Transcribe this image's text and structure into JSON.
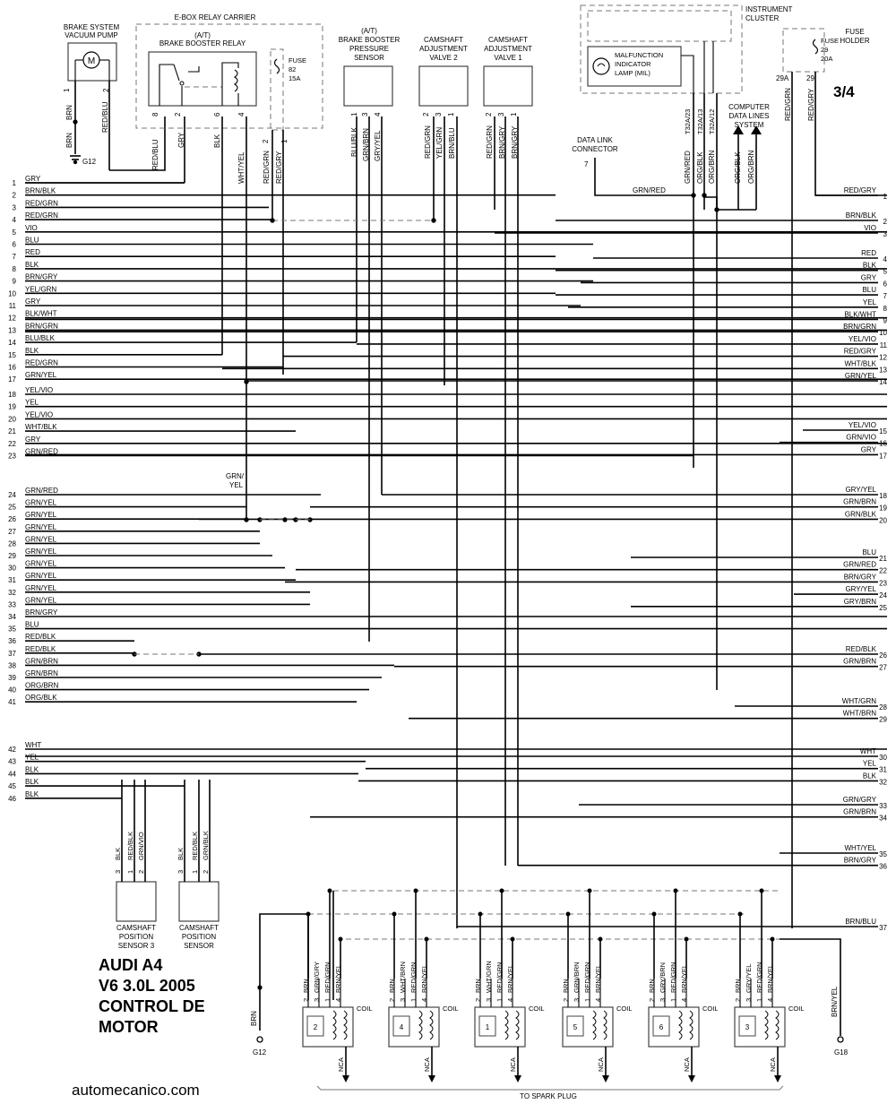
{
  "page_label": "3/4",
  "title_lines": [
    "AUDI A4",
    "V6 3.0L 2005",
    "CONTROL DE",
    "MOTOR"
  ],
  "website": "automecanico.com",
  "bottom_note": "TO SPARK PLUG",
  "components": {
    "vacuum_pump": [
      "BRAKE SYSTEM",
      "VACUUM PUMP"
    ],
    "relay_carrier": "E-BOX RELAY CARRIER",
    "relay": [
      "(A/T)",
      "BRAKE BOOSTER RELAY"
    ],
    "fuse82": [
      "FUSE",
      "82",
      "15A"
    ],
    "pressure_sensor": [
      "(A/T)",
      "BRAKE BOOSTER",
      "PRESSURE",
      "SENSOR"
    ],
    "cam_valve2": [
      "CAMSHAFT",
      "ADJUSTMENT",
      "VALVE 2"
    ],
    "cam_valve1": [
      "CAMSHAFT",
      "ADJUSTMENT",
      "VALVE 1"
    ],
    "cluster": [
      "INSTRUMENT",
      "CLUSTER"
    ],
    "mil": [
      "MALFUNCTION",
      "INDICATOR",
      "LAMP (MIL)"
    ],
    "fuse_holder": [
      "FUSE",
      "HOLDER"
    ],
    "fuse29": [
      "FUSE",
      "29",
      "20A"
    ],
    "dlc": [
      "DATA LINK",
      "CONNECTOR"
    ],
    "cdl": [
      "COMPUTER",
      "DATA LINES",
      "SYSTEM"
    ],
    "cam_sensor3": [
      "CAMSHAFT",
      "POSITION",
      "SENSOR 3"
    ],
    "cam_sensor": [
      "CAMSHAFT",
      "POSITION",
      "SENSOR"
    ],
    "coil_label": "COIL",
    "nca": "NCA",
    "ground_g12": "G12",
    "ground_g18": "G18"
  },
  "left_wires": [
    {
      "n": "1",
      "c": "GRY"
    },
    {
      "n": "2",
      "c": "BRN/BLK"
    },
    {
      "n": "3",
      "c": "RED/GRN"
    },
    {
      "n": "4",
      "c": "RED/GRN"
    },
    {
      "n": "5",
      "c": "VIO"
    },
    {
      "n": "6",
      "c": "BLU"
    },
    {
      "n": "7",
      "c": "RED"
    },
    {
      "n": "8",
      "c": "BLK"
    },
    {
      "n": "9",
      "c": "BRN/GRY"
    },
    {
      "n": "10",
      "c": "YEL/GRN"
    },
    {
      "n": "11",
      "c": "GRY"
    },
    {
      "n": "12",
      "c": "BLK/WHT"
    },
    {
      "n": "13",
      "c": "BRN/GRN"
    },
    {
      "n": "14",
      "c": "BLU/BLK"
    },
    {
      "n": "15",
      "c": "BLK"
    },
    {
      "n": "16",
      "c": "RED/GRN"
    },
    {
      "n": "17",
      "c": "GRN/YEL"
    },
    {
      "n": "18",
      "c": "YEL/VIO"
    },
    {
      "n": "19",
      "c": "YEL"
    },
    {
      "n": "20",
      "c": "YEL/VIO"
    },
    {
      "n": "21",
      "c": "WHT/BLK"
    },
    {
      "n": "22",
      "c": "GRY"
    },
    {
      "n": "23",
      "c": "GRN/RED"
    },
    {
      "n": "24",
      "c": "GRN/RED"
    },
    {
      "n": "25",
      "c": "GRN/YEL"
    },
    {
      "n": "26",
      "c": "GRN/YEL"
    },
    {
      "n": "27",
      "c": "GRN/YEL"
    },
    {
      "n": "28",
      "c": "GRN/YEL"
    },
    {
      "n": "29",
      "c": "GRN/YEL"
    },
    {
      "n": "30",
      "c": "GRN/YEL"
    },
    {
      "n": "31",
      "c": "GRN/YEL"
    },
    {
      "n": "32",
      "c": "GRN/YEL"
    },
    {
      "n": "33",
      "c": "GRN/YEL"
    },
    {
      "n": "34",
      "c": "BRN/GRY"
    },
    {
      "n": "35",
      "c": "BLU"
    },
    {
      "n": "36",
      "c": "RED/BLK"
    },
    {
      "n": "37",
      "c": "RED/BLK"
    },
    {
      "n": "38",
      "c": "GRN/BRN"
    },
    {
      "n": "39",
      "c": "GRN/BRN"
    },
    {
      "n": "40",
      "c": "ORG/BRN"
    },
    {
      "n": "41",
      "c": "ORG/BLK"
    },
    {
      "n": "42",
      "c": "WHT"
    },
    {
      "n": "43",
      "c": "YEL"
    },
    {
      "n": "44",
      "c": "BLK"
    },
    {
      "n": "45",
      "c": "BLK"
    },
    {
      "n": "46",
      "c": "BLK"
    }
  ],
  "right_wires": [
    {
      "n": "1",
      "c": "RED/GRY"
    },
    {
      "n": "2",
      "c": "BRN/BLK"
    },
    {
      "n": "3",
      "c": "VIO"
    },
    {
      "n": "4",
      "c": "RED"
    },
    {
      "n": "5",
      "c": "BLK"
    },
    {
      "n": "6",
      "c": "GRY"
    },
    {
      "n": "7",
      "c": "BLU"
    },
    {
      "n": "8",
      "c": "YEL"
    },
    {
      "n": "9",
      "c": "BLK/WHT"
    },
    {
      "n": "10",
      "c": "BRN/GRN"
    },
    {
      "n": "11",
      "c": "YEL/VIO"
    },
    {
      "n": "12",
      "c": "RED/GRY"
    },
    {
      "n": "13",
      "c": "WHT/BLK"
    },
    {
      "n": "14",
      "c": "GRN/YEL"
    },
    {
      "n": "15",
      "c": "YEL/VIO"
    },
    {
      "n": "16",
      "c": "GRN/VIO"
    },
    {
      "n": "17",
      "c": "GRY"
    },
    {
      "n": "18",
      "c": "GRY/YEL"
    },
    {
      "n": "19",
      "c": "GRN/BRN"
    },
    {
      "n": "20",
      "c": "GRN/BLK"
    },
    {
      "n": "21",
      "c": "BLU"
    },
    {
      "n": "22",
      "c": "GRN/RED"
    },
    {
      "n": "23",
      "c": "BRN/GRY"
    },
    {
      "n": "24",
      "c": "GRY/YEL"
    },
    {
      "n": "25",
      "c": "GRY/BRN"
    },
    {
      "n": "26",
      "c": "RED/BLK"
    },
    {
      "n": "27",
      "c": "GRN/BRN"
    },
    {
      "n": "28",
      "c": "WHT/GRN"
    },
    {
      "n": "29",
      "c": "WHT/BRN"
    },
    {
      "n": "30",
      "c": "WHT"
    },
    {
      "n": "31",
      "c": "YEL"
    },
    {
      "n": "32",
      "c": "BLK"
    },
    {
      "n": "33",
      "c": "GRN/GRY"
    },
    {
      "n": "34",
      "c": "GRN/BRN"
    },
    {
      "n": "35",
      "c": "WHT/YEL"
    },
    {
      "n": "36",
      "c": "BRN/GRY"
    },
    {
      "n": "37",
      "c": "BRN/BLU"
    }
  ],
  "top_pins": [
    {
      "n": "1",
      "c": "BRN"
    },
    {
      "n": "2",
      "c": "RED/BLU"
    },
    {
      "n": "8",
      "c": "RED/BLU"
    },
    {
      "n": "2",
      "c": "GRY"
    },
    {
      "n": "6",
      "c": "BLK"
    },
    {
      "n": "4",
      "c": "WHT/YEL"
    },
    {
      "n": "2",
      "c": "RED/GRN"
    },
    {
      "n": "1",
      "c": "RED/GRY"
    },
    {
      "n": "1",
      "c": "BLU/BLK"
    },
    {
      "n": "3",
      "c": "GRN/BRN"
    },
    {
      "n": "4",
      "c": "GRY/YEL"
    },
    {
      "n": "2",
      "c": "RED/GRN"
    },
    {
      "n": "3",
      "c": "YEL/GRN"
    },
    {
      "n": "1",
      "c": "BRN/BLU"
    },
    {
      "n": "2",
      "c": "RED/GRN"
    },
    {
      "n": "3",
      "c": "BRN/GRY"
    },
    {
      "n": "1",
      "c": "BRN/GRY"
    },
    {
      "n": "T32A/23",
      "c": "GRN/RED"
    },
    {
      "n": "T32A/13",
      "c": "ORG/BLK"
    },
    {
      "n": "T32A/12",
      "c": "ORG/BRN"
    },
    {
      "n": "29A",
      "c": "RED/GRN"
    },
    {
      "n": "29",
      "c": "RED/GRY"
    }
  ],
  "misc_labels": {
    "brn_g12_top": "BRN",
    "dlc_pin": "7",
    "dlc_wire": "GRN/RED",
    "cdl_wire1": "ORG/BLK",
    "cdl_wire2": "ORG/BRN",
    "grn_yel_note": [
      "GRN/",
      "YEL"
    ],
    "brn_g12_bottom": "BRN",
    "brn_yel_g18": "BRN/YEL"
  },
  "sensors": [
    {
      "pins": [
        {
          "n": "3",
          "c": "BLK"
        },
        {
          "n": "1",
          "c": "RED/BLK"
        },
        {
          "n": "2",
          "c": "GRN/VIO"
        }
      ]
    },
    {
      "pins": [
        {
          "n": "3",
          "c": "BLK"
        },
        {
          "n": "1",
          "c": "RED/BLK"
        },
        {
          "n": "2",
          "c": "GRN/BLK"
        }
      ]
    }
  ],
  "coils": [
    {
      "id": "2",
      "pins": [
        {
          "n": "2",
          "c": "BRN"
        },
        {
          "n": "3",
          "c": "GRN/GRY"
        },
        {
          "n": "1",
          "c": "RED/GRN"
        },
        {
          "n": "4",
          "c": "BRN/YEL"
        }
      ]
    },
    {
      "id": "4",
      "pins": [
        {
          "n": "2",
          "c": "BRN"
        },
        {
          "n": "3",
          "c": "WHT/BRN"
        },
        {
          "n": "1",
          "c": "RED/GRN"
        },
        {
          "n": "4",
          "c": "BRN/YEL"
        }
      ]
    },
    {
      "id": "1",
      "pins": [
        {
          "n": "2",
          "c": "BRN"
        },
        {
          "n": "3",
          "c": "WHT/GRN"
        },
        {
          "n": "1",
          "c": "RED/GRN"
        },
        {
          "n": "4",
          "c": "BRN/YEL"
        }
      ]
    },
    {
      "id": "5",
      "pins": [
        {
          "n": "2",
          "c": "BRN"
        },
        {
          "n": "3",
          "c": "GRN/BRN"
        },
        {
          "n": "1",
          "c": "RED/GRN"
        },
        {
          "n": "4",
          "c": "BRN/YEL"
        }
      ]
    },
    {
      "id": "6",
      "pins": [
        {
          "n": "2",
          "c": "BRN"
        },
        {
          "n": "3",
          "c": "GRY/BRN"
        },
        {
          "n": "1",
          "c": "RED/GRN"
        },
        {
          "n": "4",
          "c": "BRN/YEL"
        }
      ]
    },
    {
      "id": "3",
      "pins": [
        {
          "n": "2",
          "c": "BRN"
        },
        {
          "n": "3",
          "c": "GRY/YEL"
        },
        {
          "n": "1",
          "c": "RED/GRN"
        },
        {
          "n": "4",
          "c": "BRN/YEL"
        }
      ]
    }
  ]
}
